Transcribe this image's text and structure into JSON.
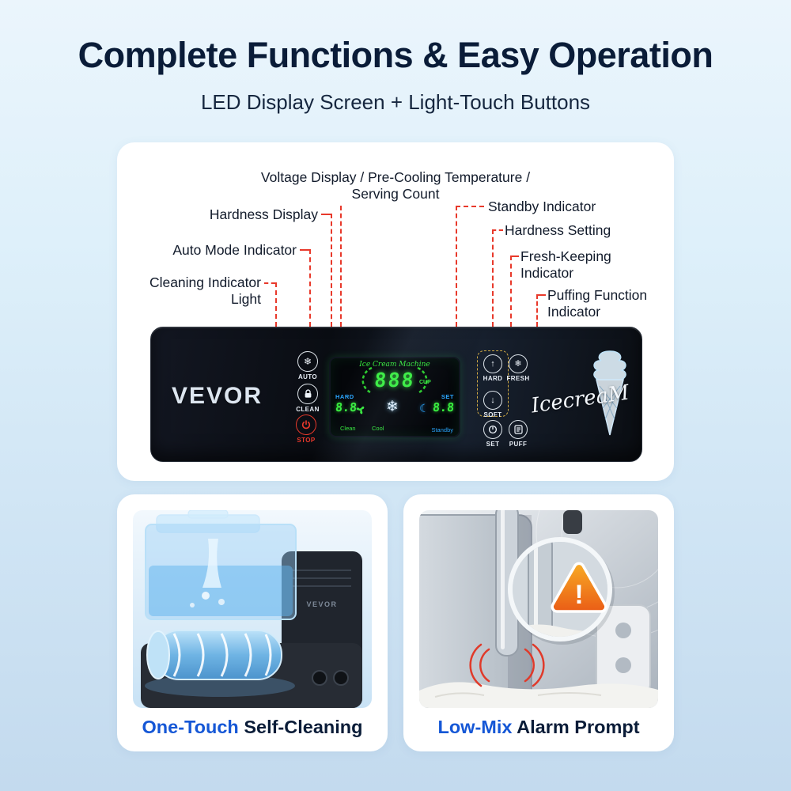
{
  "header": {
    "title": "Complete Functions & Easy Operation",
    "subtitle": "LED Display Screen + Light-Touch Buttons"
  },
  "callouts": {
    "voltage_line1": "Voltage Display / Pre-Cooling Temperature /",
    "voltage_line2": "Serving Count",
    "hardness_display": "Hardness Display",
    "standby": "Standby Indicator",
    "auto_mode": "Auto Mode Indicator",
    "hardness_setting": "Hardness Setting",
    "cleaning_line1": "Cleaning Indicator",
    "cleaning_line2": "Light",
    "fresh_line1": "Fresh-Keeping",
    "fresh_line2": "Indicator",
    "puff_line1": "Puffing Function",
    "puff_line2": "Indicator"
  },
  "panel": {
    "brand": "VEVOR",
    "logo_script": "IcecreaM",
    "buttons": {
      "auto": "AUTO",
      "clean": "CLEAN",
      "stop": "STOP",
      "hard": "HARD",
      "soft": "SOFT",
      "fresh": "FRESH",
      "set": "SET",
      "puff": "PUFF"
    },
    "display": {
      "script_title": "Ice Cream Machine",
      "digits": "888",
      "cup": "CUP",
      "hard_label": "HARD",
      "hard_value": "8.8",
      "set_label": "SET",
      "set_value": "8.8",
      "clean": "Clean",
      "cool": "Cool",
      "standby": "Standby"
    }
  },
  "features": {
    "left": {
      "highlight": "One-Touch",
      "rest": " Self-Cleaning",
      "machine_label": "VEVOR"
    },
    "right": {
      "highlight": "Low-Mix",
      "rest": " Alarm Prompt",
      "alarm_glyph": "!"
    }
  },
  "colors": {
    "accent_blue": "#1557d6",
    "callout_red": "#e8392b",
    "display_green": "#39ef3f",
    "display_blue": "#2aa6ff",
    "title_navy": "#0a1c38",
    "warning_orange": "#f07820"
  }
}
